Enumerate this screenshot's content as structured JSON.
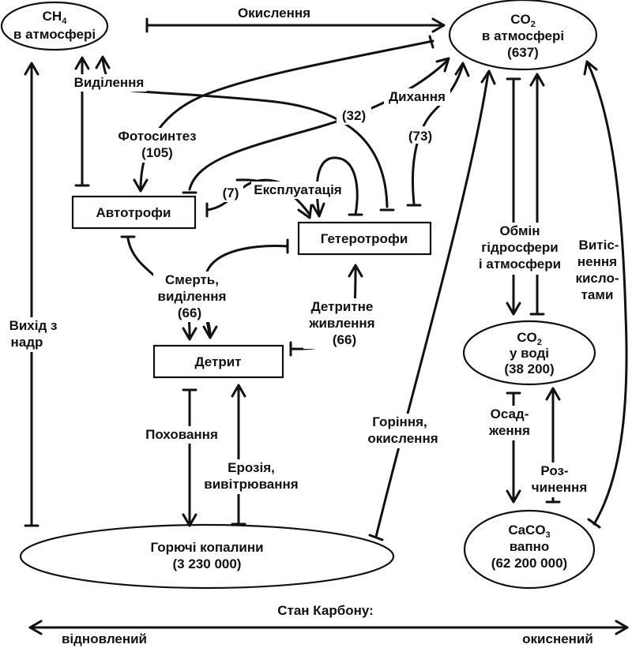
{
  "nodes": {
    "ch4_atm": {
      "line1": "CH",
      "line1_sub": "4",
      "line2": "в атмосфері"
    },
    "co2_atm": {
      "line1": "CO",
      "line1_sub": "2",
      "line2": "в атмосфері",
      "line3": "(637)"
    },
    "autotrophs": {
      "label": "Автотрофи"
    },
    "heterotrophs": {
      "label": "Гетеротрофи"
    },
    "detritus": {
      "label": "Детрит"
    },
    "co2_water": {
      "line1": "CO",
      "line1_sub": "2",
      "line2": "у воді",
      "line3": "(38 200)"
    },
    "caco3": {
      "line1": "CaCO",
      "line1_sub": "3",
      "line2": "вапно",
      "line3": "(62 200 000)"
    },
    "fossil": {
      "line1": "Горючі копалини",
      "line2": "(3 230 000)"
    }
  },
  "labels": {
    "oxidation": "Окислення",
    "emission": "Виділення",
    "respiration": "Дихання",
    "respiration_hetero_value": "(32)",
    "respiration_detritus_value": "(73)",
    "photosynthesis": "Фотосинтез",
    "photosynthesis_value": "(105)",
    "exploitation": "Експлуатація",
    "exploitation_value": "(7)",
    "death_line1": "Смерть,",
    "death_line2": "виділення",
    "death_value": "(66)",
    "detritus_feeding_line1": "Детритне",
    "detritus_feeding_line2": "живлення",
    "detritus_feeding_value": "(66)",
    "burial": "Поховання",
    "erosion_line1": "Ерозія,",
    "erosion_line2": "вивітрювання",
    "combustion_line1": "Горіння,",
    "combustion_line2": "окислення",
    "exchange_line1": "Обмін",
    "exchange_line2": "гідросфери",
    "exchange_line3": "і атмосфери",
    "displacement_line1": "Витіс-",
    "displacement_line2": "нення",
    "displacement_line3": "кисло-",
    "displacement_line4": "тами",
    "deposition_line1": "Осад-",
    "deposition_line2": "ження",
    "dissolution_line1": "Роз-",
    "dissolution_line2": "чинення",
    "from_depths_line1": "Вихід з",
    "from_depths_line2": "надр",
    "carbon_state": "Стан Карбону:",
    "reduced": "відновлений",
    "oxidized": "окиснений"
  }
}
